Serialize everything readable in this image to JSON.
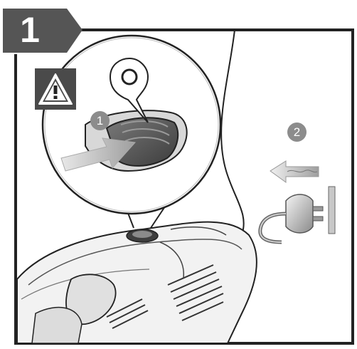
{
  "step": {
    "number": "1"
  },
  "callouts": {
    "first": "1",
    "second": "2"
  },
  "icons": {
    "warning": "warning-triangle-icon",
    "switch": "power-switch-icon",
    "push_arrow": "push-arrow-icon",
    "unplug_arrow": "left-arrow-icon",
    "plug": "power-plug-icon",
    "socket": "wall-socket-icon",
    "off_symbol": "off-symbol-icon"
  },
  "colors": {
    "step_tab": "#555555",
    "frame": "#222222",
    "warning_box": "#4a4a4a",
    "badge": "#8c8c8c",
    "arrow": "#bdbdbd"
  }
}
